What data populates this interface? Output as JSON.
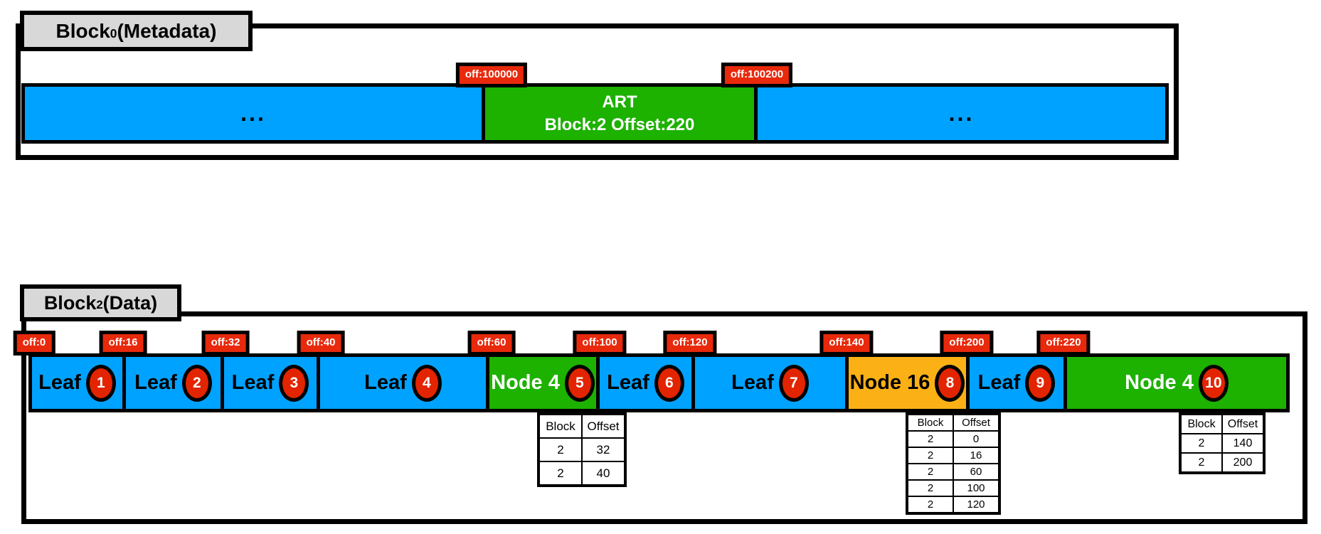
{
  "colors": {
    "blue_leaf": "#00a2ff",
    "green_node": "#1db100",
    "orange_node": "#fbb116",
    "red_flag": "#e8290c",
    "red_circle": "#e22400",
    "gray_title": "#d8d8d8"
  },
  "block0": {
    "title": {
      "base": "Block",
      "sub": "0",
      "rest": " (Metadata)"
    },
    "offset_labels": [
      "off:100000",
      "off:100200"
    ],
    "segments": [
      {
        "type": "blue",
        "label": "..."
      },
      {
        "type": "green",
        "line1": "ART",
        "line2": "Block:2 Offset:220"
      },
      {
        "type": "blue",
        "label": "..."
      }
    ]
  },
  "block2": {
    "title": {
      "base": "Block",
      "sub": "2",
      "rest": " (Data)"
    },
    "offset_labels": [
      "off:0",
      "off:16",
      "off:32",
      "off:40",
      "off:60",
      "off:100",
      "off:120",
      "off:140",
      "off:200",
      "off:220"
    ],
    "segments": [
      {
        "type": "blue",
        "label": "Leaf",
        "number": "1"
      },
      {
        "type": "blue",
        "label": "Leaf",
        "number": "2"
      },
      {
        "type": "blue",
        "label": "Leaf",
        "number": "3"
      },
      {
        "type": "blue",
        "label": "Leaf",
        "number": "4"
      },
      {
        "type": "green",
        "label": "Node 4",
        "number": "5"
      },
      {
        "type": "blue",
        "label": "Leaf",
        "number": "6"
      },
      {
        "type": "blue",
        "label": "Leaf",
        "number": "7"
      },
      {
        "type": "orange",
        "label": "Node 16",
        "number": "8"
      },
      {
        "type": "blue",
        "label": "Leaf",
        "number": "9"
      },
      {
        "type": "green",
        "label": "Node 4",
        "number": "10"
      }
    ],
    "tables": [
      {
        "node_number": "5",
        "headers": [
          "Block",
          "Offset"
        ],
        "rows": [
          [
            "2",
            "32"
          ],
          [
            "2",
            "40"
          ]
        ]
      },
      {
        "node_number": "8",
        "headers": [
          "Block",
          "Offset"
        ],
        "rows": [
          [
            "2",
            "0"
          ],
          [
            "2",
            "16"
          ],
          [
            "2",
            "60"
          ],
          [
            "2",
            "100"
          ],
          [
            "2",
            "120"
          ]
        ]
      },
      {
        "node_number": "10",
        "headers": [
          "Block",
          "Offset"
        ],
        "rows": [
          [
            "2",
            "140"
          ],
          [
            "2",
            "200"
          ]
        ]
      }
    ]
  }
}
